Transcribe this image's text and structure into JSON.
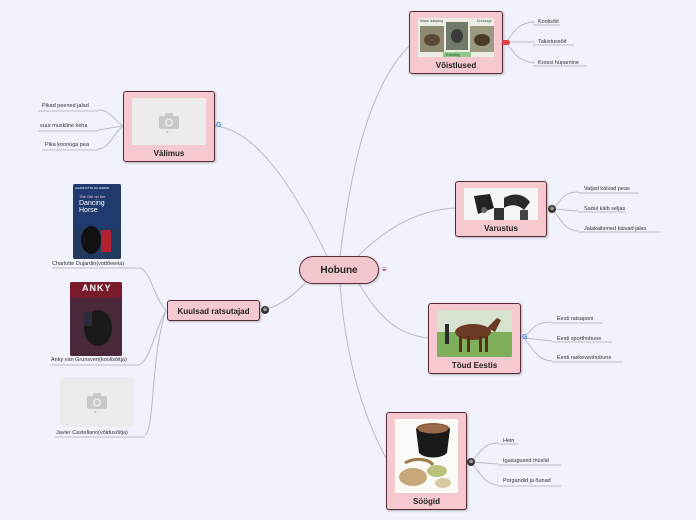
{
  "central": {
    "label": "Hobune"
  },
  "nodes": {
    "volstlused": {
      "title": "Võistlused",
      "image_labels": [
        "Show Jumping",
        "Dressage",
        "Eventing"
      ]
    },
    "valimus": {
      "title": "Välimus"
    },
    "varustus": {
      "title": "Varustus"
    },
    "toud": {
      "title": "Tõud Eestis"
    },
    "soogid": {
      "title": "Söögid"
    },
    "ratsutajad": {
      "title": "Kuulsad ratsutajad"
    }
  },
  "leaves": {
    "volstlused": [
      "Koolisõit",
      "Takistussõit",
      "Krossi hüpamine"
    ],
    "valimus": [
      "Pikad peened jalad",
      "suur muskline keha",
      "Pika koonuga pea"
    ],
    "varustus": [
      "Valjad käivad peas",
      "Sadul käib seljas",
      "Jalakaitsmed käivad jalas"
    ],
    "toud": [
      "Eesti ratsaponi",
      "Eesti sporthobune",
      "Eesti raskeveohobune"
    ],
    "soogid": [
      "Hein",
      "Igasugused müslid",
      "Porgandid ja õunad"
    ]
  },
  "riders": [
    {
      "caption": "Charlotte Dujardin(vottõeeria)",
      "cover_text": [
        "CHARLOTTE DUJARDIN",
        "The Girl on the",
        "Dancing Horse"
      ]
    },
    {
      "caption": "Anky van Grunsven(koolisõitja)",
      "cover_text": [
        "ANKY"
      ]
    },
    {
      "caption": "Javier Castellano(võidusõitja)"
    }
  ],
  "colors": {
    "background": "#f1f2fe",
    "node_fill": "#f6c9d0",
    "node_border": "#5a2a32",
    "connector": "#b9bac4"
  }
}
